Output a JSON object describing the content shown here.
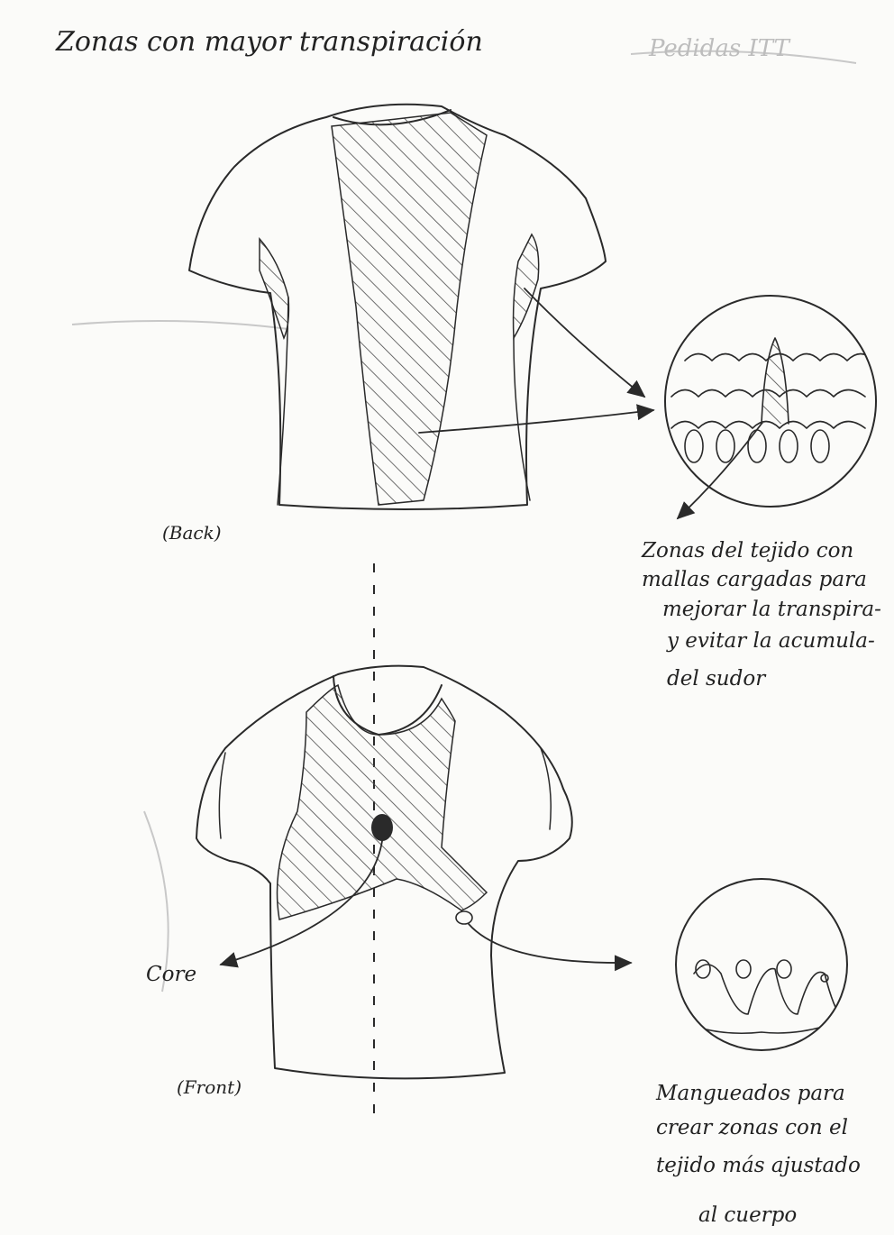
{
  "title": "Zonas con mayor transpiración",
  "corner_mark": "Pedidas ITT",
  "back_view": {
    "label": "(Back)"
  },
  "front_view": {
    "label": "(Front)"
  },
  "callouts": {
    "mesh_note": [
      "Zonas del tejido con",
      "mallas cargadas para",
      "mejorar la transpira-",
      "y evitar la acumula-",
      "del sudor"
    ],
    "core_label": "Core",
    "sleeve_note": [
      "Mangueados para",
      "crear zonas con el",
      "tejido más ajustado",
      "al cuerpo"
    ]
  },
  "colors": {
    "ink": "#2a2a2a",
    "paper": "#fbfbf9",
    "faint": "#c8c8c8"
  }
}
